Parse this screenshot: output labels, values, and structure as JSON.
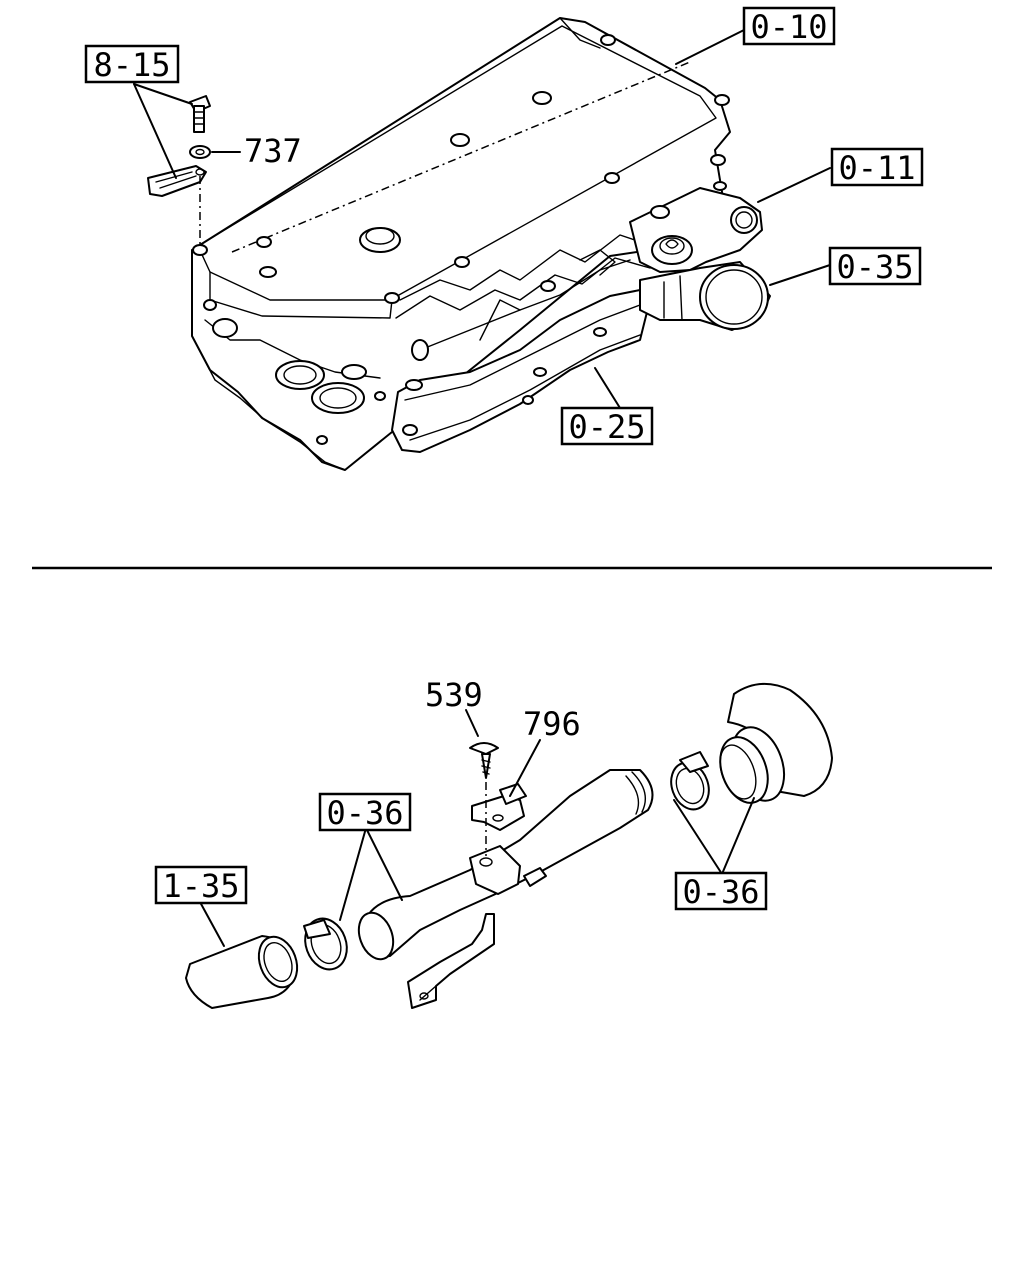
{
  "diagram": {
    "upper_labels": {
      "cover": "0-10",
      "bracket": "8-15",
      "washer": "737",
      "egr_valve": "0-11",
      "throttle": "0-35",
      "manifold": "0-25"
    },
    "lower_labels": {
      "screw": "539",
      "sensor": "796",
      "clamp_left": "0-36",
      "hose": "1-35",
      "clamp_right": "0-36"
    }
  }
}
